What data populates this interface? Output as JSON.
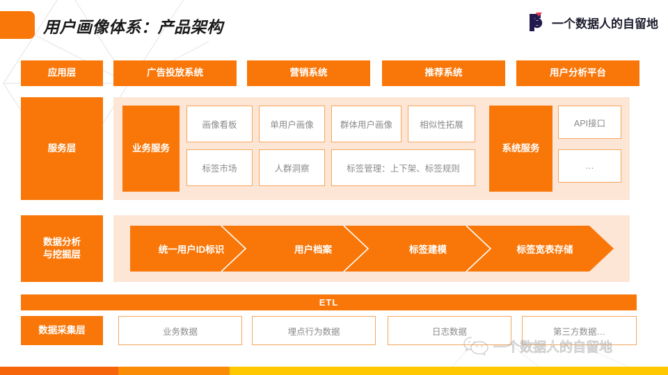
{
  "header": {
    "title": "用户画像体系：产品架构",
    "brand_name": "一个数据人的自留地",
    "brand_mark": "q-logo-icon",
    "accent_color": "#F97709",
    "panel_color": "#FDE6D6",
    "brand_color": "#1c1c2e"
  },
  "layers": {
    "application": {
      "label": "应用层",
      "items": [
        {
          "label": "广告投放系统"
        },
        {
          "label": "营销系统"
        },
        {
          "label": "推荐系统"
        },
        {
          "label": "用户分析平台"
        }
      ]
    },
    "service": {
      "label": "服务层",
      "groups": [
        {
          "label": "业务服务",
          "items": [
            {
              "label": "画像看板"
            },
            {
              "label": "单用户画像"
            },
            {
              "label": "群体用户画像"
            },
            {
              "label": "相似性拓展"
            },
            {
              "label": "标签市场"
            },
            {
              "label": "人群洞察"
            },
            {
              "label": "标签管理：上下架、标签规则"
            }
          ]
        },
        {
          "label": "系统服务",
          "items": [
            {
              "label": "API接口"
            },
            {
              "label": "…"
            }
          ]
        }
      ]
    },
    "analysis": {
      "label": "数据分析\n与挖掘层",
      "label_line1": "数据分析",
      "label_line2": "与挖掘层",
      "pipeline": [
        {
          "label": "统一用户ID标识"
        },
        {
          "label": "用户档案"
        },
        {
          "label": "标签建模"
        },
        {
          "label": "标签宽表存储"
        }
      ]
    },
    "etl": {
      "label": "ETL"
    },
    "collection": {
      "label": "数据采集层",
      "items": [
        {
          "label": "业务数据"
        },
        {
          "label": "埋点行为数据"
        },
        {
          "label": "日志数据"
        },
        {
          "label": "第三方数据…"
        }
      ]
    }
  },
  "watermark": {
    "text": "一个数据人的自留地",
    "icon": "wechat-icon"
  },
  "footer": {
    "segment_colors": [
      "#F7650B",
      "#FB8C06",
      "#FFC800"
    ]
  }
}
